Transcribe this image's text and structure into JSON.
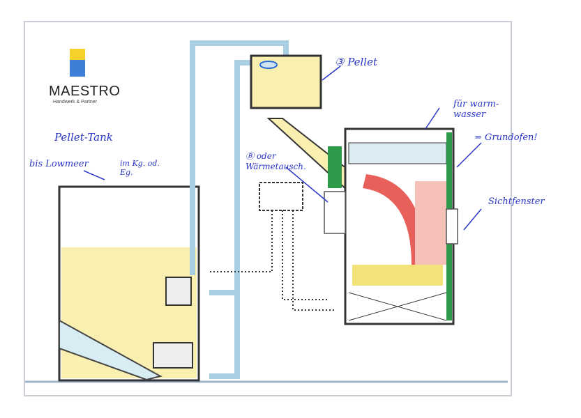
{
  "logo": {
    "name": "MAESTRO",
    "tagline": "Handwerk & Partner"
  },
  "annotations": {
    "pellet_tank": "Pellet-Tank",
    "tank_location": "im Kg. od. Eg.",
    "tank_left_note": "bis Lowmeer",
    "pellet": "③ Pellet",
    "warm_water": "für warm-wasser",
    "grundofen": "= Grundofen!",
    "boden_note": "Ⓑ oder Wärmetausch.",
    "sichtfenster": "Sichtfenster"
  },
  "colors": {
    "pipe": "#b8d8ea",
    "pellets": "#f3e27a",
    "fire": "#e8605a",
    "ink": "#2a36c8",
    "green": "#2f9a4a"
  }
}
